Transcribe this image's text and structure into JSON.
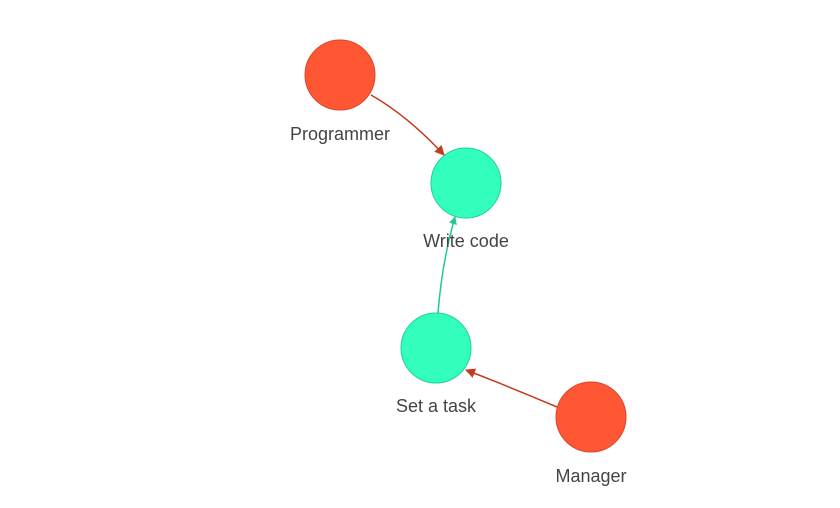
{
  "colors": {
    "actor": "#ff5733",
    "actor_stroke": "#d9472a",
    "task": "#33ffbd",
    "task_stroke": "#1fd19c",
    "edge_actor": "#c43a1c",
    "edge_task": "#22c88c",
    "label": "#444444"
  },
  "nodes": {
    "programmer": {
      "label": "Programmer",
      "kind": "actor"
    },
    "write_code": {
      "label": "Write code",
      "kind": "task"
    },
    "set_task": {
      "label": "Set a task",
      "kind": "task"
    },
    "manager": {
      "label": "Manager",
      "kind": "actor"
    }
  },
  "edges": [
    {
      "from": "programmer",
      "to": "write_code"
    },
    {
      "from": "set_task",
      "to": "write_code"
    },
    {
      "from": "manager",
      "to": "set_task"
    }
  ]
}
